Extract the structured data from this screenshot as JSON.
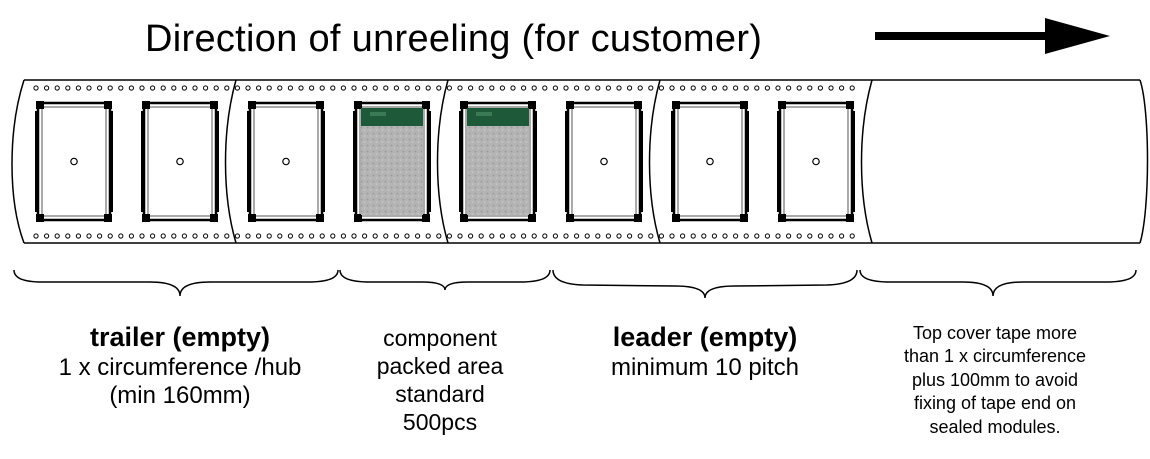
{
  "title": "Direction of unreeling (for customer)",
  "sections": {
    "trailer": {
      "heading": "trailer (empty)",
      "lines": [
        "1 x circumference /hub",
        "(min 160mm)"
      ]
    },
    "component": {
      "lines": [
        "component",
        "packed area",
        "standard",
        "500pcs"
      ]
    },
    "leader": {
      "heading": "leader (empty)",
      "lines": [
        "minimum 10 pitch"
      ]
    },
    "cover": {
      "lines": [
        "Top cover tape more",
        "than 1 x circumference",
        "plus 100mm to avoid",
        "fixing of tape end on",
        "sealed modules."
      ]
    }
  },
  "pockets": [
    "empty",
    "empty",
    "empty",
    "module",
    "module",
    "empty",
    "empty",
    "empty"
  ],
  "colors": {
    "module_body": "#b4b4b4",
    "module_pcb": "#1e5a3a",
    "tape_line": "#000000",
    "pocket_border": "#000000"
  }
}
